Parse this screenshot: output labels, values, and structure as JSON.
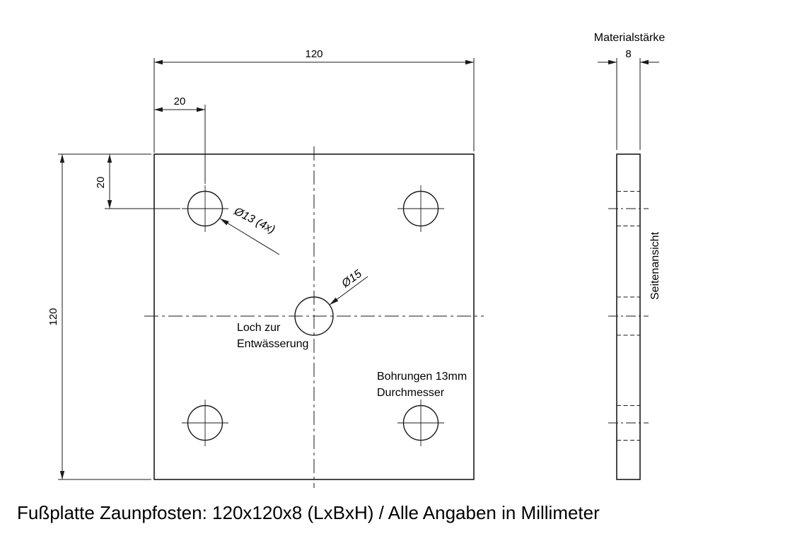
{
  "title": "Fußplatte Zaunpfosten: 120x120x8 (LxBxH) / Alle Angaben in Millimeter",
  "front_view": {
    "dim_width": "120",
    "dim_height": "120",
    "dim_hole_offset_h": "20",
    "dim_hole_offset_v": "20",
    "corner_hole_callout": "Ø13 (4x)",
    "center_hole_callout": "Ø15",
    "drain_note": {
      "line1": "Loch zur",
      "line2": "Entwässerung"
    },
    "holes_note": {
      "line1": "Bohrungen 13mm",
      "line2": "Durchmesser"
    }
  },
  "side_view": {
    "heading": "Materialstärke",
    "dim_thickness": "8",
    "label": "Seitenansicht"
  },
  "colors": {
    "line": "#1a1a1a",
    "background": "#ffffff"
  }
}
